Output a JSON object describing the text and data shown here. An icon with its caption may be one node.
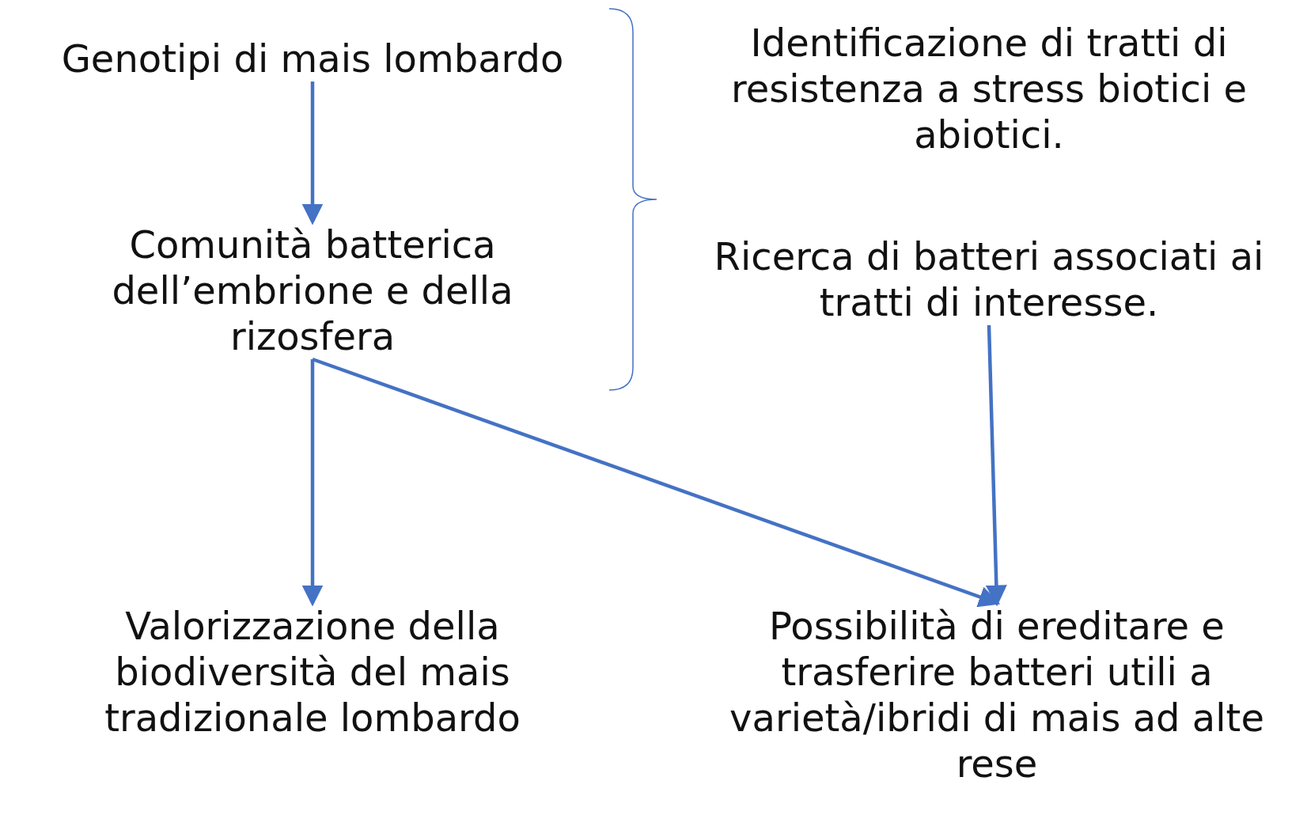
{
  "diagram": {
    "nodes": [
      {
        "text": [
          "Genotipi di mais lombardo"
        ]
      },
      {
        "text": [
          "Comunità batterica dell’embrione e della rizosfera"
        ]
      },
      {
        "text": [
          "Identificazione di tratti di resistenza a stress biotici e abiotici."
        ]
      },
      {
        "text": [
          "Ricerca di batteri associati ai tratti di interesse."
        ]
      },
      {
        "text": [
          "Valorizzazione della biodiversità del mais tradizionale lombardo"
        ]
      },
      {
        "text": [
          "Possibilità di ereditare e trasferire batteri utili a varietà/ibridi di mais ad alte rese"
        ]
      }
    ],
    "edges": [
      {
        "from": 0,
        "to": 1,
        "arrow": "to"
      },
      {
        "from": 1,
        "to": 4,
        "arrow": "to"
      },
      {
        "from": 1,
        "to": 5,
        "arrow": "to"
      },
      {
        "from": 3,
        "to": 5,
        "arrow": "to"
      }
    ]
  }
}
